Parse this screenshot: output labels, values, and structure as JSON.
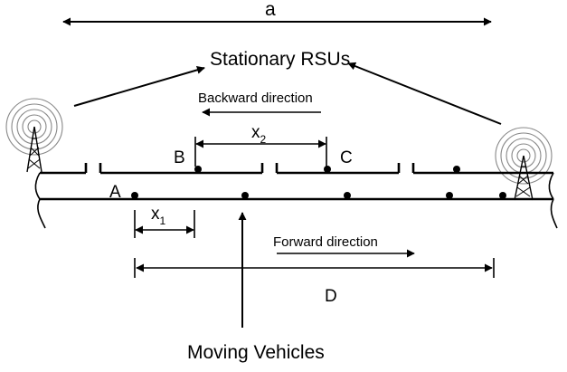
{
  "labels": {
    "a": "a",
    "stationary": "Stationary RSUs",
    "backward": "Backward direction",
    "x2": "x",
    "x2_sub": "2",
    "b": "B",
    "c": "C",
    "a_vehicle": "A",
    "x1": "x",
    "x1_sub": "1",
    "forward": "Forward direction",
    "d": "D",
    "moving": "Moving Vehicles"
  },
  "icons": {
    "left_rsu": "radio-tower-icon",
    "right_rsu": "radio-tower-icon"
  }
}
